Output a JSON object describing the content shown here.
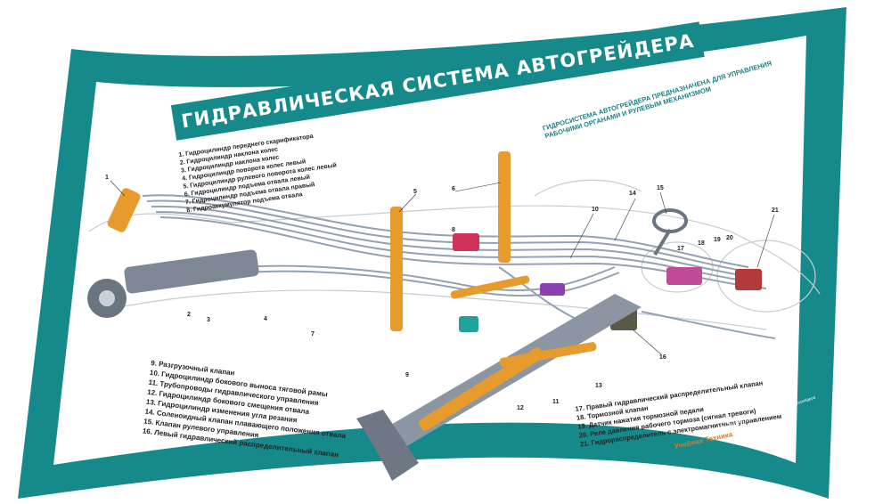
{
  "poster": {
    "title": "ГИДРАВЛИЧЕСКАЯ СИСТЕМА АВТОГРЕЙДЕРА",
    "subtitle_lines": [
      "ГИДРОСИСТЕМА АВТОГРЕЙДЕРА ПРЕДНАЗНАЧЕНА ДЛЯ УПРАВЛЕНИЯ",
      "РАБОЧИМИ ОРГАНАМИ И РУЛЕВЫМ МЕХАНИЗМОМ"
    ],
    "brand": "Учебная Техника",
    "colors": {
      "frame": "#168a8a",
      "hydraulic": "#e69b2c",
      "lines": "#a7b4c2",
      "paper": "#ffffff"
    }
  },
  "legend_top": [
    "1. Гидроцилиндр переднего скарификатора",
    "2. Гидроцилиндр наклона колес",
    "3. Гидроцилиндр наклона колес",
    "4. Гидроцилиндр поворота колес левый",
    "5. Гидроцилиндр рулевого поворота колес левый",
    "6. Гидроцилиндр подъема отвала левый",
    "7. Гидроцилиндр подъема отвала правый",
    "8. Гидроаккумулятор подъема отвала"
  ],
  "legend_bottom_left": [
    "9. Разгрузочный клапан",
    "10. Гидроцилиндр бокового выноса тяговой рамы",
    "11. Трубопроводы гидравлического управления",
    "12. Гидроцилиндр бокового смещения отвала",
    "13. Гидроцилиндр изменения угла резания",
    "14. Соленоидный клапан плавающего положения отвала",
    "15. Клапан рулевого управления",
    "16. Левый гидравлический распределительный клапан"
  ],
  "legend_bottom_right": [
    "17. Правый гидравлический распределительный клапан",
    "18. Тормозной клапан",
    "19. Датчик нажатия тормозной педали",
    "20. Реле давления рабочего тормоза (сигнал тревоги)",
    "21. Гидрораспределитель с электромагнитным управлением"
  ],
  "callouts": [
    "1",
    "2",
    "3",
    "4",
    "5",
    "6",
    "7",
    "8",
    "9",
    "10",
    "11",
    "12",
    "13",
    "14",
    "15",
    "16",
    "17",
    "18",
    "19",
    "20",
    "21"
  ],
  "footer_note": "Учебный плакат. Гидравлическая система автогрейдера"
}
